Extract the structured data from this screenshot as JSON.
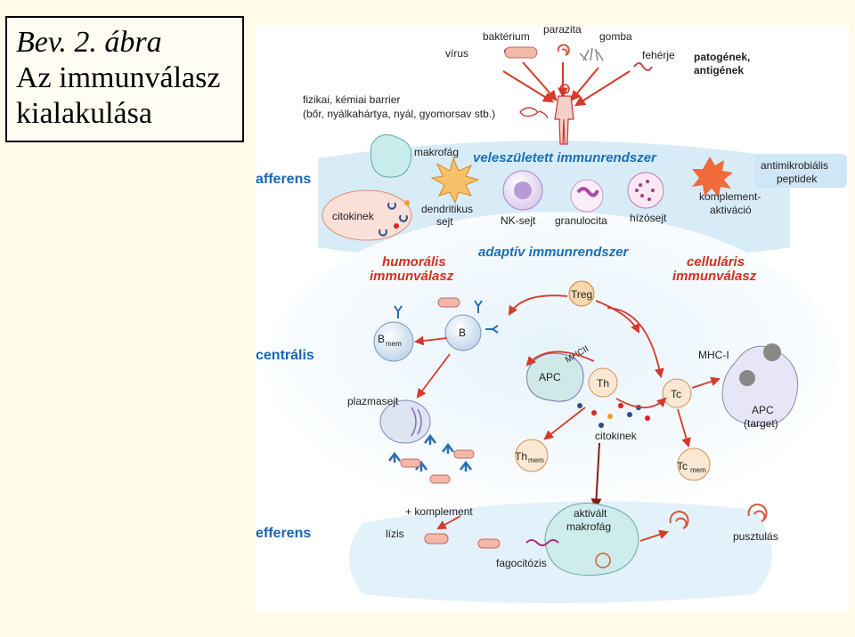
{
  "slide": {
    "title_line1": "Bev. 2. ábra",
    "title_line2": "Az immunválasz",
    "title_line3": "kialakulása"
  },
  "figure": {
    "pathogens": {
      "virus": "vírus",
      "bacterium": "baktérium",
      "parasite": "parazita",
      "fungus": "gomba",
      "protein": "fehérje",
      "pathogens_line1": "patogének,",
      "pathogens_line2": "antigének",
      "barrier_line1": "fizikai, kémiai barrier",
      "barrier_line2": "(bőr, nyálkahártya, nyál, gyomorsav stb.)"
    },
    "sections": {
      "afferent": "afferens",
      "central": "centrális",
      "efferent": "efferens"
    },
    "innate": {
      "title": "veleszületett immunrendszer",
      "macrophage": "makrofág",
      "dendritic_line1": "dendritikus",
      "dendritic_line2": "sejt",
      "cytokines": "citokinek",
      "nk_cell": "NK-sejt",
      "granulocyte": "granulocita",
      "mast_cell": "hízósejt",
      "complement_line1": "komplement-",
      "complement_line2": "aktiváció",
      "amp_line1": "antimikrobiális",
      "amp_line2": "peptidek"
    },
    "adaptive": {
      "title": "adaptív immunrendszer",
      "humoral_line1": "humorális",
      "humoral_line2": "immunválasz",
      "cellular_line1": "celluláris",
      "cellular_line2": "immunválasz",
      "treg": "Treg",
      "b_mem": "B",
      "b_mem_sub": "mem",
      "b_cell": "B",
      "apc": "APC",
      "mhc2": "MHCII",
      "th": "Th",
      "tc": "Tc",
      "mhc1": "MHC-I",
      "apc_target_line1": "APC",
      "apc_target_line2": "(target)",
      "plasma_cell": "plazmasejt",
      "cytokines": "citokinek",
      "th_mem": "Th",
      "th_mem_sub": "mem",
      "tc_mem": "Tc",
      "tc_mem_sub": "mem"
    },
    "effector": {
      "plus_complement": "+ komplement",
      "lysis": "lízis",
      "activated_line1": "aktivált",
      "activated_line2": "makrofág",
      "phagocytosis": "fagocitózis",
      "destruction": "pusztulás"
    },
    "colors": {
      "afferent_band": "#cfe8f7",
      "innate_title": "#1a6fb5",
      "humoral": "#d03020",
      "section_label": "#1a66b3",
      "arrow": "#d63a2a"
    }
  }
}
